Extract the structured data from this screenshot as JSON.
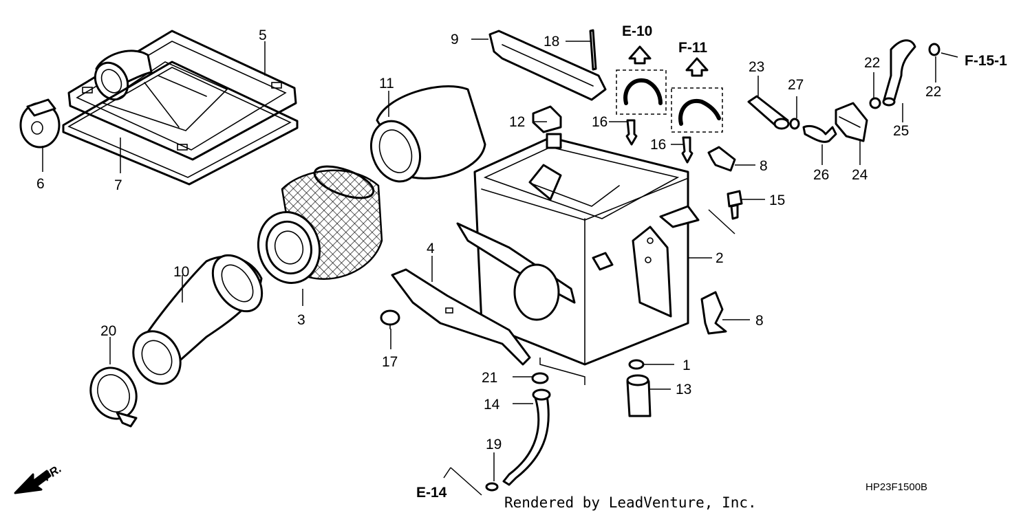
{
  "labels": {
    "p1": "1",
    "p2": "2",
    "p3": "3",
    "p4": "4",
    "p5": "5",
    "p6": "6",
    "p7": "7",
    "p8a": "8",
    "p8b": "8",
    "p9": "9",
    "p10": "10",
    "p11": "11",
    "p12": "12",
    "p13": "13",
    "p14": "14",
    "p15": "15",
    "p16a": "16",
    "p16b": "16",
    "p17": "17",
    "p18": "18",
    "p19": "19",
    "p20": "20",
    "p21": "21",
    "p22a": "22",
    "p22b": "22",
    "p23": "23",
    "p24": "24",
    "p25": "25",
    "p26": "26",
    "p27": "27"
  },
  "refs": {
    "e10": "E-10",
    "f11": "F-11",
    "f151": "F-15-1",
    "e14": "E-14"
  },
  "front_marker": "FR.",
  "diagram_code": "HP23F1500B",
  "credit": "Rendered by LeadVenture, Inc."
}
